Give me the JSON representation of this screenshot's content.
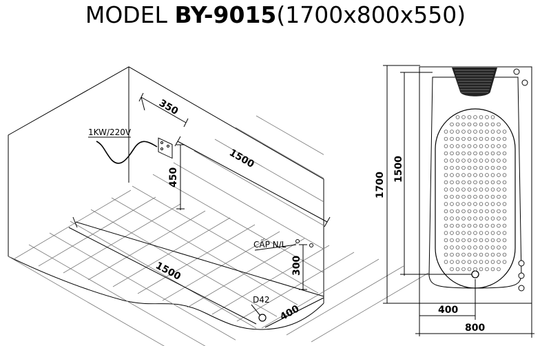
{
  "title": {
    "prefix": "MODEL ",
    "model": "BY-9015",
    "size": "(1700x800x550)"
  },
  "labels": {
    "power": "1KW/220V",
    "supply": "CẤP N/L",
    "drain": "D42"
  },
  "dimensions": {
    "d350": "350",
    "d1500_top": "1500",
    "d450": "450",
    "d300": "300",
    "d1500_floor": "1500",
    "d400_iso": "400",
    "d1700": "1700",
    "d1500_side": "1500",
    "d400_plan": "400",
    "d800": "800"
  }
}
